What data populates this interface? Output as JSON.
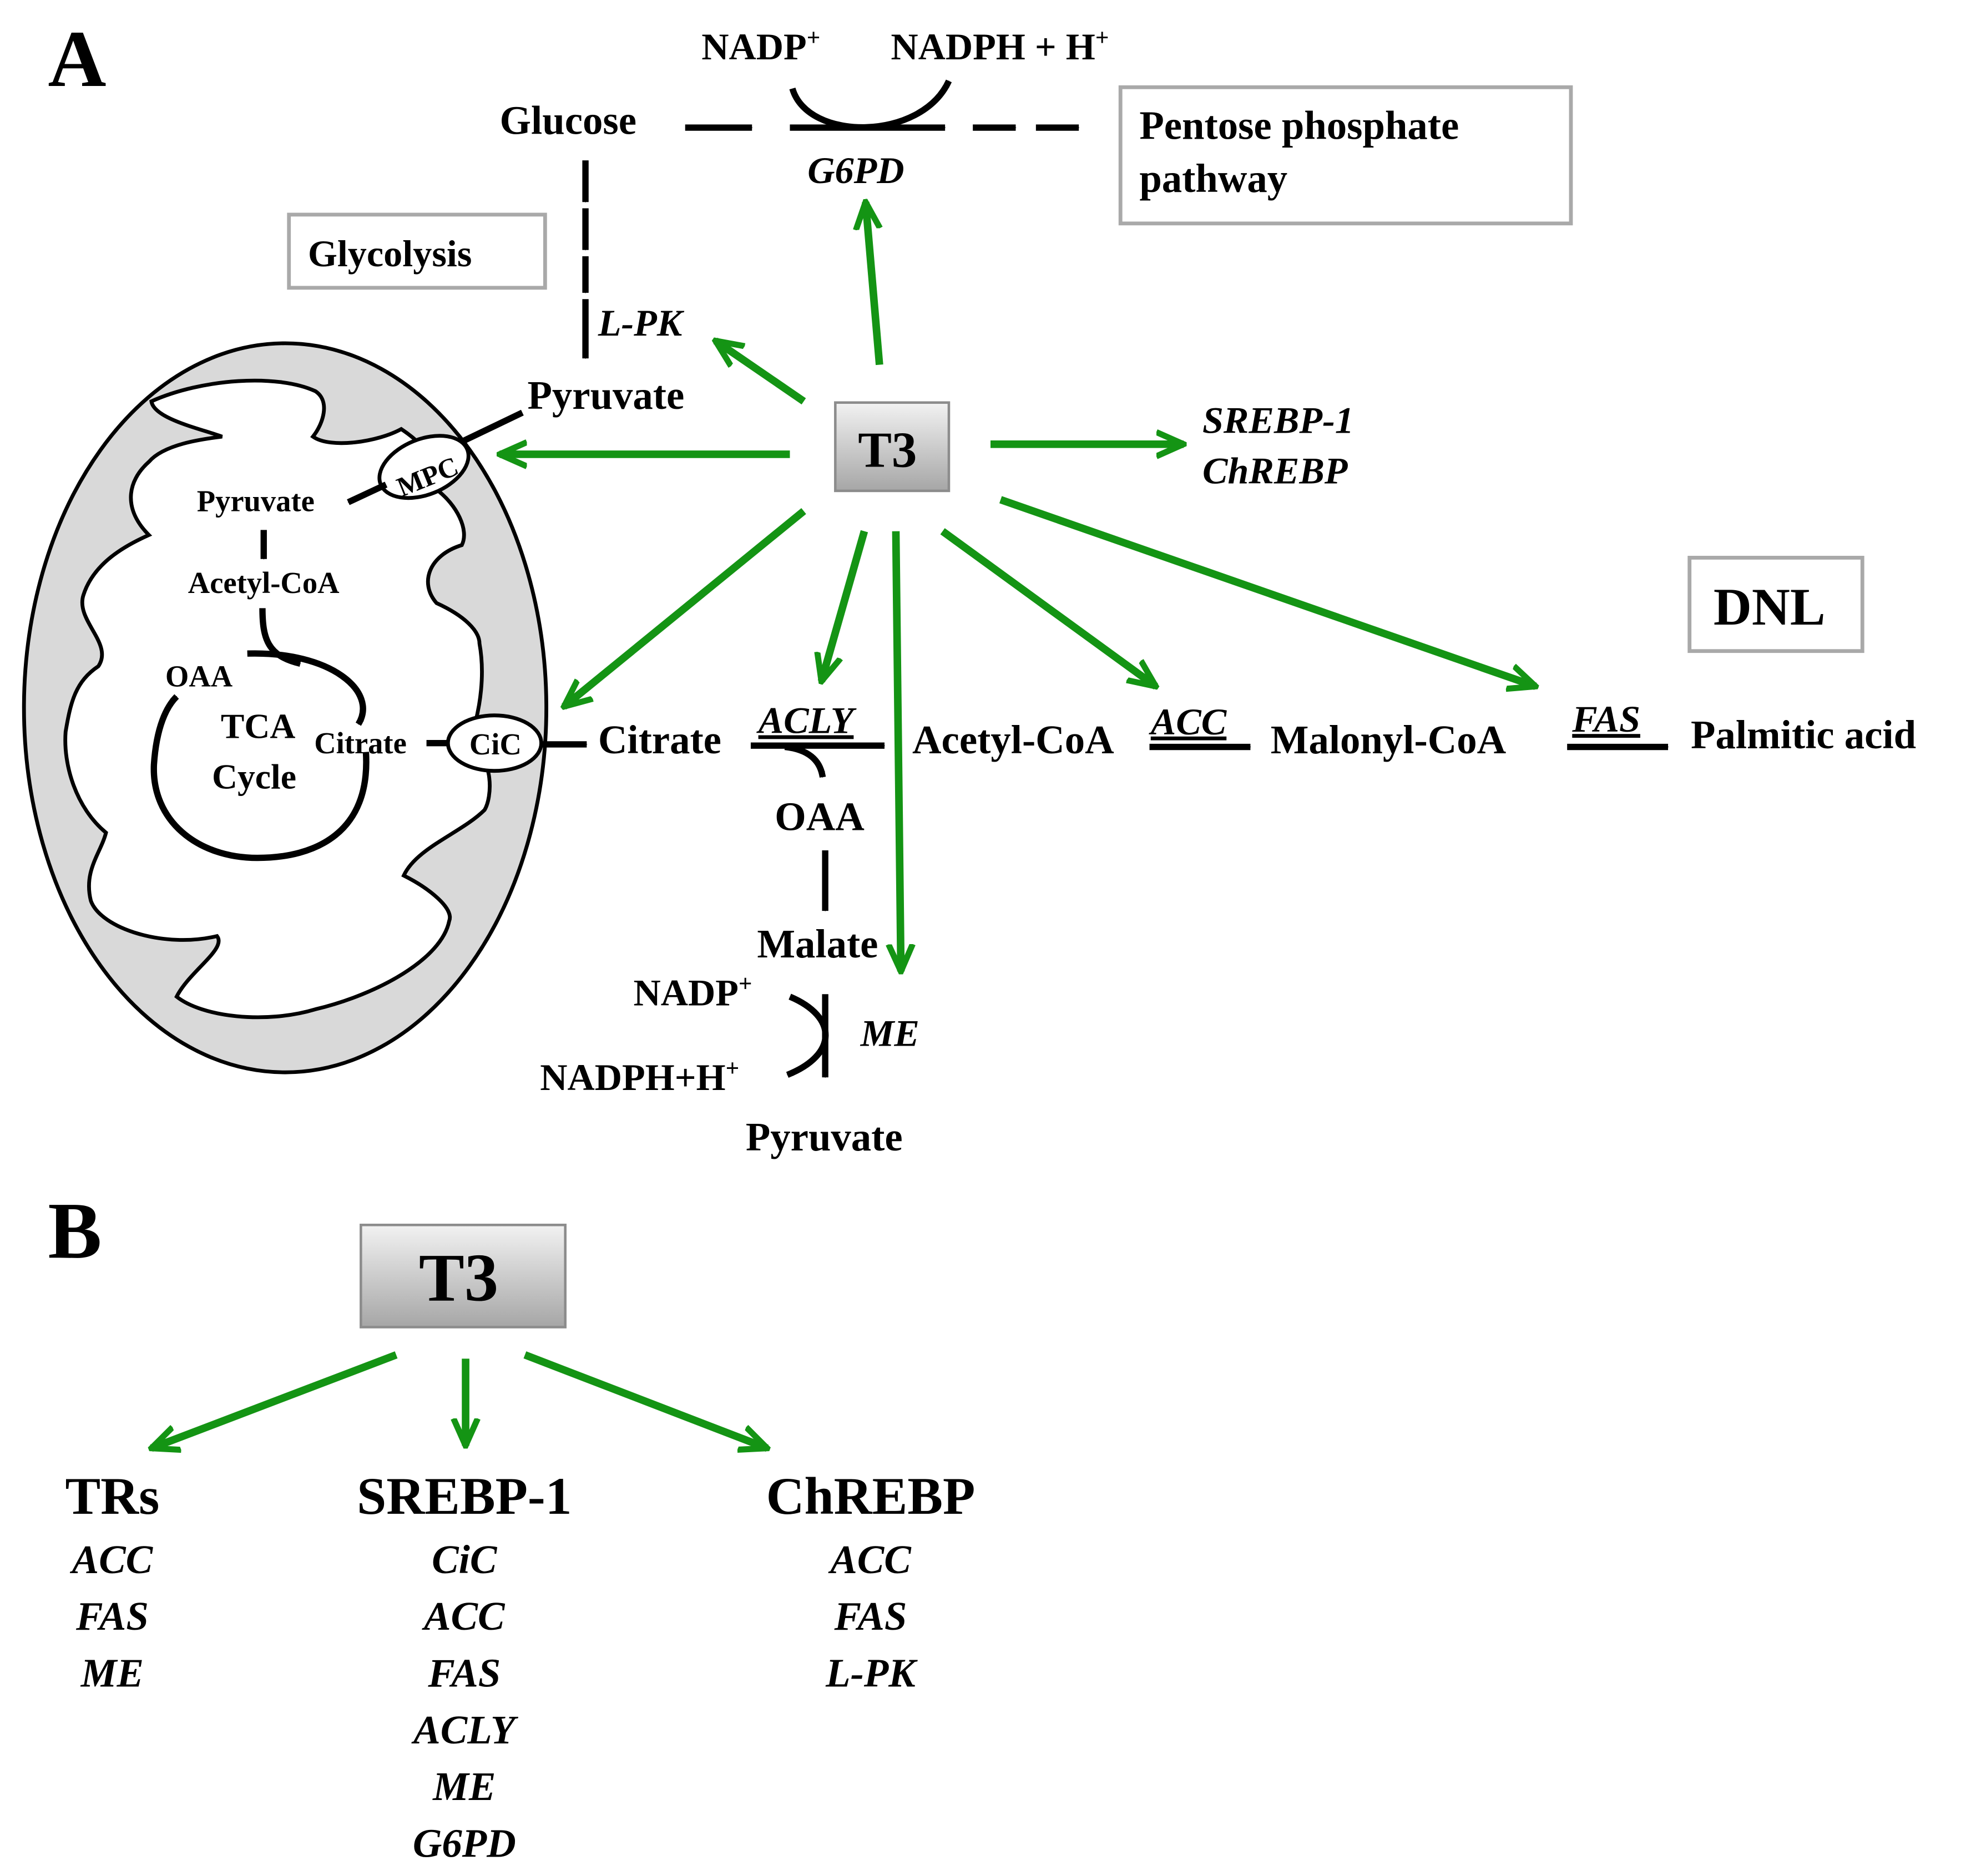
{
  "panel_a": {
    "label": "A",
    "glucose": "Glucose",
    "nadp_top": "NADP",
    "nadph_top": "NADPH + H",
    "g6pd": "G6PD",
    "ppp_line1": "Pentose phosphate",
    "ppp_line2": "pathway",
    "glycolysis": "Glycolysis",
    "lpk": "L-PK",
    "pyruvate_cyto": "Pyruvate",
    "t3": "T3",
    "srebp1": "SREBP-1",
    "chrebp": "ChREBP",
    "dnl": "DNL",
    "mito": {
      "mpc": "MPC",
      "pyruvate": "Pyruvate",
      "acetyl_coa": "Acetyl-CoA",
      "oaa": "OAA",
      "tca_line1": "TCA",
      "tca_line2": "Cycle",
      "citrate": "Citrate",
      "cic": "CiC"
    },
    "citrate": "Citrate",
    "acly": "ACLY",
    "oaa": "OAA",
    "acetyl_coa": "Acetyl-CoA",
    "acc": "ACC",
    "malonyl_coa": "Malonyl-CoA",
    "fas": "FAS",
    "palmitic_acid": "Palmitic acid",
    "malate": "Malate",
    "nadp_bottom": "NADP",
    "me": "ME",
    "nadph_bottom": "NADPH+H",
    "pyruvate_bottom": "Pyruvate",
    "superscript_plus": "+"
  },
  "panel_b": {
    "label": "B",
    "t3": "T3",
    "columns": [
      {
        "header": "TRs",
        "genes": [
          "ACC",
          "FAS",
          "ME"
        ]
      },
      {
        "header": "SREBP-1",
        "genes": [
          "CiC",
          "ACC",
          "FAS",
          "ACLY",
          "ME",
          "G6PD"
        ]
      },
      {
        "header": "ChREBP",
        "genes": [
          "ACC",
          "FAS",
          "L-PK"
        ]
      }
    ]
  },
  "colors": {
    "arrow_green": "#149414",
    "mitochondrion_fill": "#d9d9d9",
    "box_border": "#a9a9a9"
  }
}
